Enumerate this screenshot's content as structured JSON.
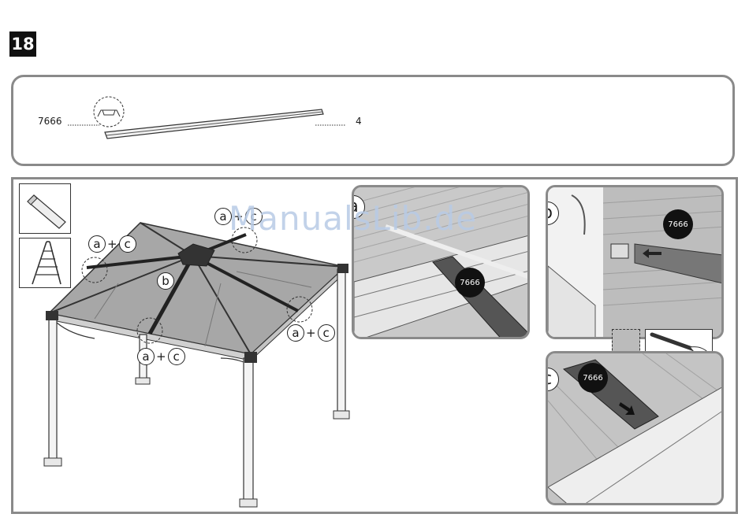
{
  "step": {
    "number": "18"
  },
  "parts": {
    "code": "7666",
    "quantity": "4"
  },
  "callouts": {
    "a": "a",
    "b": "b",
    "c": "c",
    "plus": "+"
  },
  "details": {
    "a_tag": "7666",
    "b_tag": "7666",
    "c_tag": "7666"
  },
  "watermark": "ManualsLib.de"
}
